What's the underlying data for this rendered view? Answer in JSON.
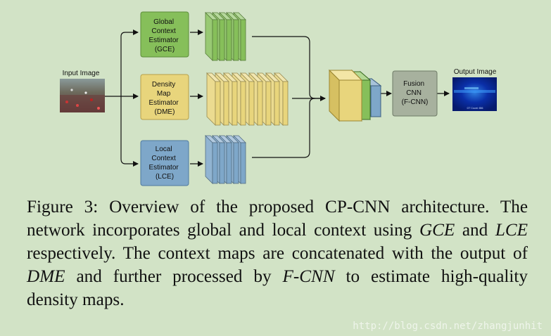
{
  "diagram": {
    "input_label": "Input Image",
    "output_label": "Output Image",
    "output_inner_text": "GT Count: 656",
    "boxes": {
      "gce": [
        "Global",
        "Context",
        "Estimator",
        "(GCE)"
      ],
      "dme": [
        "Density",
        "Map",
        "Estimator",
        "(DME)"
      ],
      "lce": [
        "Local",
        "Context",
        "Estimator",
        "(LCE)"
      ],
      "fcnn": [
        "Fusion",
        "CNN",
        "(F-CNN)"
      ]
    },
    "colors": {
      "gce": "#86bf5a",
      "dme": "#e8d57c",
      "lce": "#7ea7c9",
      "fcnn": "#a7b19e"
    }
  },
  "caption": {
    "prefix": "Figure 3: Overview of the proposed CP-CNN architecture. The network incorporates global and local context using ",
    "gce": "GCE",
    "and": " and ",
    "lce": "LCE",
    "mid": " respectively. The context maps are concatenated with the output of ",
    "dme": "DME",
    "mid2": " and further processed by ",
    "fcnn": "F-CNN",
    "suffix": " to estimate high-quality density maps."
  },
  "watermark": "http://blog.csdn.net/zhangjunhit"
}
